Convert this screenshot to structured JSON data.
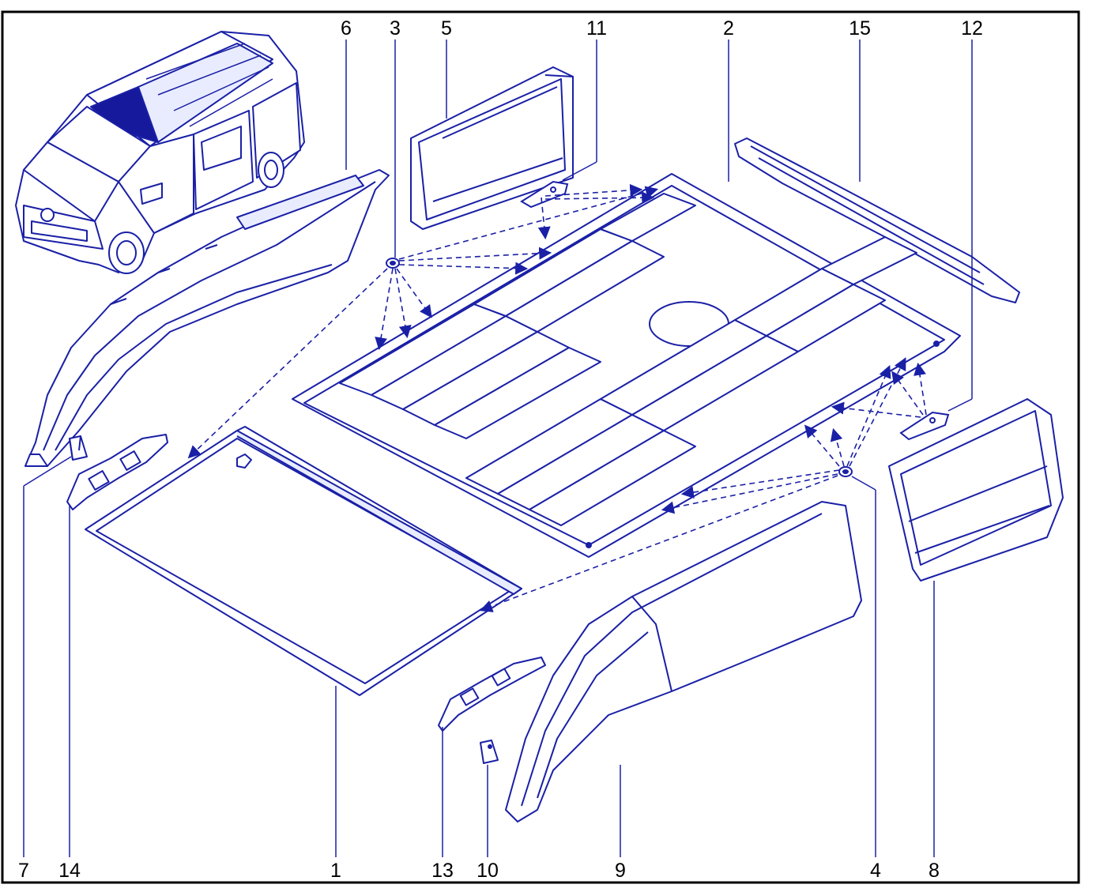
{
  "diagram": {
    "line_color": "#1a20a6",
    "fill_color": "#ffffff",
    "highlight_color": "#16199c",
    "frame_color": "#000000",
    "callouts_top": [
      "6",
      "3",
      "5",
      "11",
      "2",
      "15",
      "12"
    ],
    "callouts_bottom": [
      "7",
      "14",
      "1",
      "13",
      "10",
      "9",
      "4",
      "8"
    ]
  }
}
